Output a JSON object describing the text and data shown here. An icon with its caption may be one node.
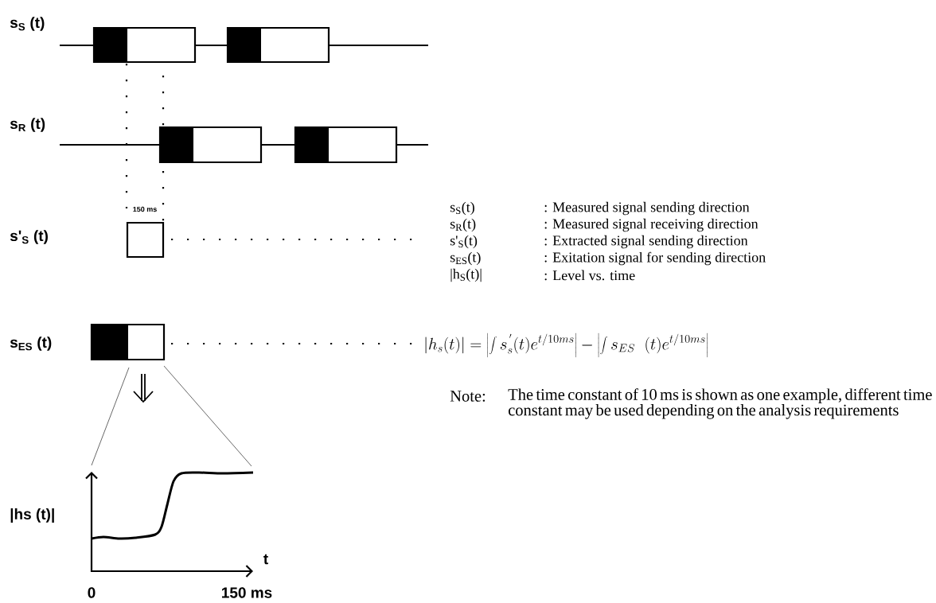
{
  "diagram": {
    "labels": [
      "s$_{S}$ (t)",
      "s$_{R}$ (t)",
      "150 ms",
      "s'$_{S}$ (t)",
      "s$_{S}$(t)",
      ": Measured signal sending direction",
      "s$_{R}$(t)",
      ": Measured signal receiving direction",
      "s'$_{S}$(t)",
      ": Extracted signal sending direction",
      "s$_{ES}$(t)",
      ": Exitation signal for sending direction",
      "|h$_{S}$(t)|",
      ": Level vs. time",
      "s$_{ES}$ (t)",
      "\\left|h_s(t)\\right| = \\left|\\int s_s^{\\,'}(t)e^{t/10ms}\\right| - \\left|\\int s_{ES}\\;\\;(t)e^{t/10ms}\\right|",
      "Note:",
      "The time constant of 10 ms is shown as one example, different time constant may be used depending on the analysis requirements",
      "|hs (t)|",
      "t",
      "0",
      "150 ms"
    ]
  }
}
